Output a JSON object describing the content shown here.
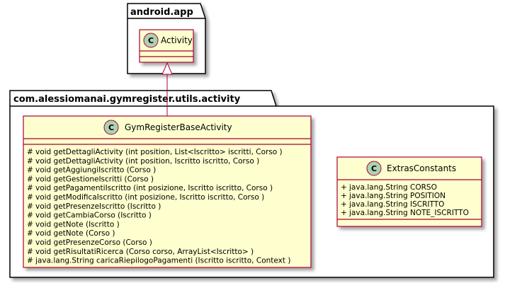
{
  "packages": {
    "android_app": {
      "name": "android.app"
    },
    "utils_activity": {
      "name": "com.alessiomanai.gymregister.utils.activity"
    }
  },
  "classes": {
    "activity": {
      "stereotype_letter": "C",
      "name": "Activity",
      "members": []
    },
    "base_activity": {
      "stereotype_letter": "C",
      "name": "GymRegisterBaseActivity",
      "members": [
        {
          "visibility": "#",
          "text": "void getDettagliActivity (int position, List<Iscritto> iscritti, Corso )"
        },
        {
          "visibility": "#",
          "text": "void getDettagliActivity (int position, Iscritto iscritto, Corso )"
        },
        {
          "visibility": "#",
          "text": "void getAggiungiIscritto (Corso )"
        },
        {
          "visibility": "#",
          "text": "void getGestioneIscritti (Corso )"
        },
        {
          "visibility": "#",
          "text": "void getPagamentiIscritto (int posizione, Iscritto iscritto, Corso )"
        },
        {
          "visibility": "#",
          "text": "void getModificaIscritto (int posizione, Iscritto iscritto, Corso )"
        },
        {
          "visibility": "#",
          "text": "void getPresenzeIscritto (Iscritto )"
        },
        {
          "visibility": "#",
          "text": "void getCambiaCorso (Iscritto )"
        },
        {
          "visibility": "#",
          "text": "void getNote (Iscritto )"
        },
        {
          "visibility": "#",
          "text": "void getNote (Corso )"
        },
        {
          "visibility": "#",
          "text": "void getPresenzeCorso (Corso )"
        },
        {
          "visibility": "#",
          "text": "void getRisultatiRicerca (Corso corso, ArrayList<Iscritto> )"
        },
        {
          "visibility": "#",
          "text": "java.lang.String caricaRiepilogoPagamenti (Iscritto iscritto, Context )"
        }
      ]
    },
    "extras_constants": {
      "stereotype_letter": "C",
      "name": "ExtrasConstants",
      "members": [
        {
          "visibility": "+",
          "text": "java.lang.String CORSO"
        },
        {
          "visibility": "+",
          "text": "java.lang.String POSITION"
        },
        {
          "visibility": "+",
          "text": "java.lang.String ISCRITTO"
        },
        {
          "visibility": "+",
          "text": "java.lang.String NOTE_ISCRITTO"
        }
      ]
    }
  },
  "colors": {
    "class_fill": "#FEFECE",
    "class_border": "#A80036",
    "circle_fill": "#ADD1B2",
    "package_border": "#000000",
    "shadow": "#B8B8B8"
  }
}
